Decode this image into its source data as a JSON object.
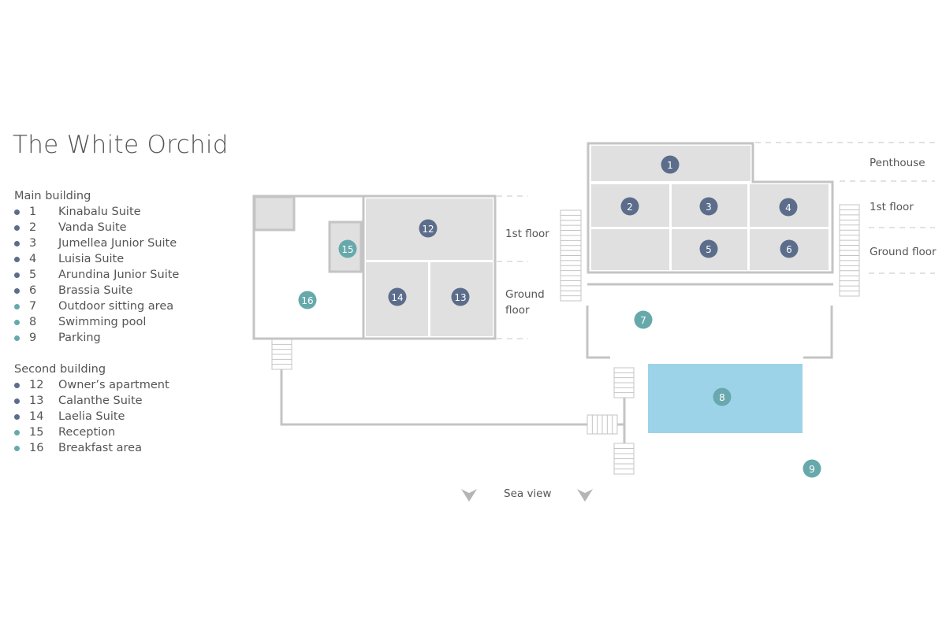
{
  "title": "The White Orchid",
  "colors": {
    "room_marker": "#5b6d8a",
    "amenity_marker": "#67a9ab",
    "room_fill": "#e0e0e0",
    "wall": "#c4c4c4",
    "pool": "#9dd3e8"
  },
  "legend": {
    "main_heading": "Main building",
    "main_items": [
      {
        "num": "1",
        "label": "Kinabalu Suite",
        "type": "room"
      },
      {
        "num": "2",
        "label": "Vanda Suite",
        "type": "room"
      },
      {
        "num": "3",
        "label": "Jumellea Junior Suite",
        "type": "room"
      },
      {
        "num": "4",
        "label": "Luisia Suite",
        "type": "room"
      },
      {
        "num": "5",
        "label": "Arundina Junior Suite",
        "type": "room"
      },
      {
        "num": "6",
        "label": "Brassia Suite",
        "type": "room"
      },
      {
        "num": "7",
        "label": "Outdoor sitting area",
        "type": "amenity"
      },
      {
        "num": "8",
        "label": "Swimming pool",
        "type": "amenity"
      },
      {
        "num": "9",
        "label": "Parking",
        "type": "amenity"
      }
    ],
    "second_heading": "Second building",
    "second_items": [
      {
        "num": "12",
        "label": "Owner’s apartment",
        "type": "room"
      },
      {
        "num": "13",
        "label": "Calanthe Suite",
        "type": "room"
      },
      {
        "num": "14",
        "label": "Laelia Suite",
        "type": "room"
      },
      {
        "num": "15",
        "label": "Reception",
        "type": "amenity"
      },
      {
        "num": "16",
        "label": "Breakfast area",
        "type": "amenity"
      }
    ]
  },
  "plan": {
    "second_building_floors": {
      "first": "1st floor",
      "ground_1": "Ground",
      "ground_2": "floor"
    },
    "main_building_floors": {
      "penthouse": "Penthouse",
      "first": "1st floor",
      "ground": "Ground floor"
    },
    "sea_view": "Sea view",
    "markers": {
      "m1": "1",
      "m2": "2",
      "m3": "3",
      "m4": "4",
      "m5": "5",
      "m6": "6",
      "m7": "7",
      "m8": "8",
      "m9": "9",
      "m12": "12",
      "m13": "13",
      "m14": "14",
      "m15": "15",
      "m16": "16"
    }
  }
}
